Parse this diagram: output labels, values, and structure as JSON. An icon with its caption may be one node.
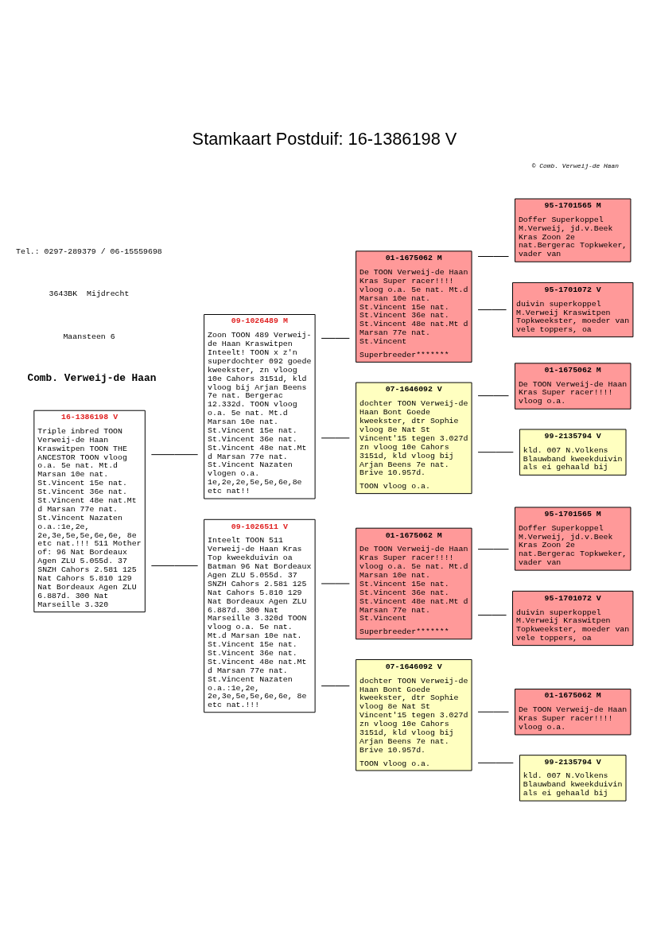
{
  "diagram": {
    "title": "Stamkaart Postduif: 16-1386198 V",
    "nodes": [
      {
        "text": [
          "16-1386198 V",
          "Triple inbred TOON Verweij-de Haan Kraswitpen TOON THE ANCESTOR TOON vloog o.a. 5e nat. Mt.d Marsan 10e nat. St.Vincent 15e nat. St.Vincent 36e nat. St.Vincent 48e nat.Mt d Marsan 77e nat. St.Vincent Nazaten o.a.:1e,2e, 2e,3e,5e,5e,6e,6e, 8e etc nat.!!! 511 Mother of: 96 Nat Bordeaux Agen ZLU 5.055d. 37 SNZH Cahors 2.581 125 Nat Cahors 5.810 129 Nat Bordeaux Agen ZLU 6.887d. 300 Nat Marseille 3.320"
        ]
      },
      {
        "text": [
          "09-1026489 M",
          "Zoon TOON 489 Verweij-de Haan Kraswitpen Inteelt! TOON x z'n superdochter 092 goede kweekster, zn vloog 10e Cahors 3151d, kld vloog bij Arjan Beens 7e nat. Bergerac 12.332d. TOON vloog o.a. 5e nat. Mt.d Marsan 10e nat. St.Vincent 15e nat. St.Vincent 36e nat. St.Vincent 48e nat.Mt d Marsan 77e nat. St.Vincent Nazaten vlogen o.a. 1e,2e,2e,5e,5e,6e,8e etc nat!!"
        ]
      },
      {
        "text": [
          "01-1675062 M",
          "De TOON Verweij-de Haan Kras Super racer!!!! vloog o.a. 5e nat. Mt.d Marsan 10e nat. St.Vincent 15e nat. St.Vincent 36e nat. St.Vincent 48e nat.Mt d Marsan 77e nat. St.Vincent",
          "Superbreeder*******"
        ]
      },
      {
        "text": [
          "95-1701565 M",
          "Doffer Superkoppel M.Verweij, jd.v.Beek Kras Zoon 2e nat.Bergerac Topkweker, vader van"
        ]
      },
      {
        "text": [
          "95-1701072 V",
          "duivin superkoppel M.Verweij Kraswitpen Topkweekster, moeder van vele toppers, oa"
        ]
      },
      {
        "text": [
          "07-1646092 V",
          "dochter TOON Verweij-de Haan Bont Goede kweekster, dtr Sophie vloog 8e Nat St Vincent'15 tegen 3.027d zn vloog 10e Cahors 3151d, kld vloog bij Arjan Beens 7e nat. Brive 10.957d.",
          "TOON vloog o.a."
        ]
      },
      {
        "text": [
          "01-1675062 M",
          "De TOON Verweij-de Haan Kras Super racer!!!! vloog o.a."
        ]
      },
      {
        "text": [
          "99-2135794 V",
          "kld. 007 N.Volkens Blauwband kweekduivin als ei gehaald bij"
        ]
      },
      {
        "text": [
          "09-1026511 V",
          "Inteelt TOON 511 Verweij-de Haan Kras Top kweekduivin oa Batman 96 Nat Bordeaux Agen ZLU 5.055d. 37 SNZH Cahors 2.581 125 Nat Cahors 5.810 129 Nat Bordeaux Agen ZLU 6.887d. 300 Nat Marseille 3.320d TOON vloog o.a. 5e nat. Mt.d Marsan 10e nat. St.Vincent 15e nat. St.Vincent 36e nat. St.Vincent 48e nat.Mt d Marsan 77e nat. St.Vincent Nazaten o.a.:1e,2e, 2e,3e,5e,5e,6e,6e, 8e etc nat.!!!"
        ]
      },
      {
        "text": [
          "01-1675062 M",
          "De TOON Verweij-de Haan Kras Super racer!!!! vloog o.a. 5e nat. Mt.d Marsan 10e nat. St.Vincent 15e nat. St.Vincent 36e nat. St.Vincent 48e nat.Mt d Marsan 77e nat. St.Vincent",
          "Superbreeder*******"
        ]
      },
      {
        "text": [
          "95-1701565 M",
          "Doffer Superkoppel M.Verweij, jd.v.Beek Kras Zoon 2e nat.Bergerac Topkweker, vader van"
        ]
      },
      {
        "text": [
          "95-1701072 V",
          "duivin superkoppel M.Verweij Kraswitpen Topkweekster, moeder van vele toppers, oa"
        ]
      },
      {
        "text": [
          "07-1646092 V",
          "dochter TOON Verweij-de Haan Bont Goede kweekster, dtr Sophie vloog 8e Nat St Vincent'15 tegen 3.027d zn vloog 10e Cahors 3151d, kld vloog bij Arjan Beens 7e nat. Brive 10.957d.",
          "TOON vloog o.a."
        ]
      },
      {
        "text": [
          "01-1675062 M",
          "De TOON Verweij-de Haan Kras Super racer!!!! vloog o.a."
        ]
      },
      {
        "text": [
          "99-2135794 V",
          "kld. 007 N.Volkens Blauwband kweekduivin als ei gehaald bij"
        ]
      }
    ],
    "edges": [
      {
        "from": 0,
        "to": 1,
        "arrow": "none"
      },
      {
        "from": 1,
        "to": 2,
        "arrow": "none"
      },
      {
        "from": 2,
        "to": 3,
        "arrow": "none"
      },
      {
        "from": 2,
        "to": 4,
        "arrow": "none"
      },
      {
        "from": 1,
        "to": 5,
        "arrow": "none"
      },
      {
        "from": 5,
        "to": 6,
        "arrow": "none"
      },
      {
        "from": 5,
        "to": 7,
        "arrow": "none"
      },
      {
        "from": 0,
        "to": 8,
        "arrow": "none"
      },
      {
        "from": 8,
        "to": 9,
        "arrow": "none"
      },
      {
        "from": 9,
        "to": 10,
        "arrow": "none"
      },
      {
        "from": 9,
        "to": 11,
        "arrow": "none"
      },
      {
        "from": 8,
        "to": 12,
        "arrow": "none"
      },
      {
        "from": 12,
        "to": 13,
        "arrow": "none"
      },
      {
        "from": 12,
        "to": 14,
        "arrow": "none"
      }
    ],
    "labels": [
      "Comb. Verweij-de Haan",
      "Maansteen 6",
      "3643BK  Mijdrecht",
      "Tel.: 0297-289379 / 06-15559698",
      "© Comb. Verweij-de Haan"
    ]
  }
}
